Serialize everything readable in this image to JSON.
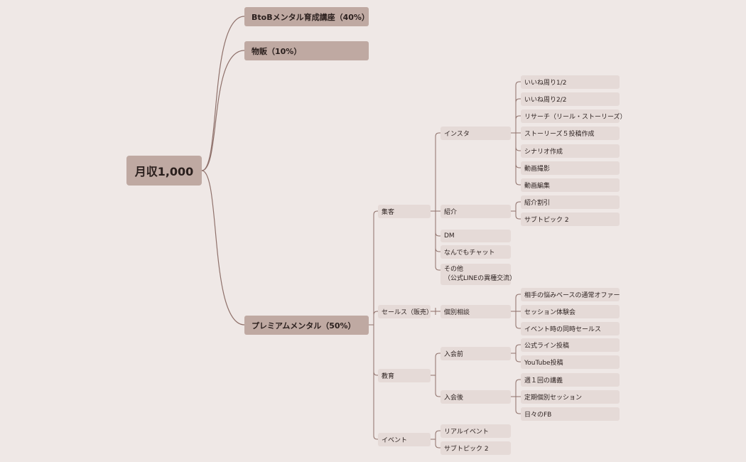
{
  "mindmap": {
    "root": "月収1,000",
    "branches": {
      "btob": "BtoBメンタル育成講座（40%）",
      "buppan": "物販（10%）",
      "premium": "プレミアムメンタル（50%）"
    },
    "premium": {
      "shukyaku": {
        "label": "集客",
        "insta": {
          "label": "インスタ",
          "items": [
            "いいね周り1/2",
            "いいね周り2/2",
            "リサーチ（リール・ストーリーズ）",
            "ストーリーズ５投稿作成",
            "シナリオ作成",
            "動画撮影",
            "動画編集"
          ]
        },
        "shokai": {
          "label": "紹介",
          "items": [
            "紹介割引",
            "サブトピック 2"
          ]
        },
        "dm": "DM",
        "chat": "なんでもチャット",
        "other": "その他\n（公式LINEの異種交流）"
      },
      "sales": {
        "label": "セールス（販売）",
        "kobetsu": {
          "label": "個別相談",
          "items": [
            "相手の悩みベースの通常オファー",
            "セッション体験会",
            "イベント時の同時セールス"
          ]
        }
      },
      "kyoiku": {
        "label": "教育",
        "before": {
          "label": "入会前",
          "items": [
            "公式ライン投稿",
            "YouTube投稿"
          ]
        },
        "after": {
          "label": "入会後",
          "items": [
            "週１回の講義",
            "定期個別セッション",
            "日々のFB"
          ]
        }
      },
      "event": {
        "label": "イベント",
        "items": [
          "リアルイベント",
          "サブトピック 2"
        ]
      }
    },
    "colors": {
      "background": "#efe8e6",
      "primary_node": "#bfa9a2",
      "secondary_node": "#e5dad7",
      "connector": "#8f716b"
    }
  }
}
